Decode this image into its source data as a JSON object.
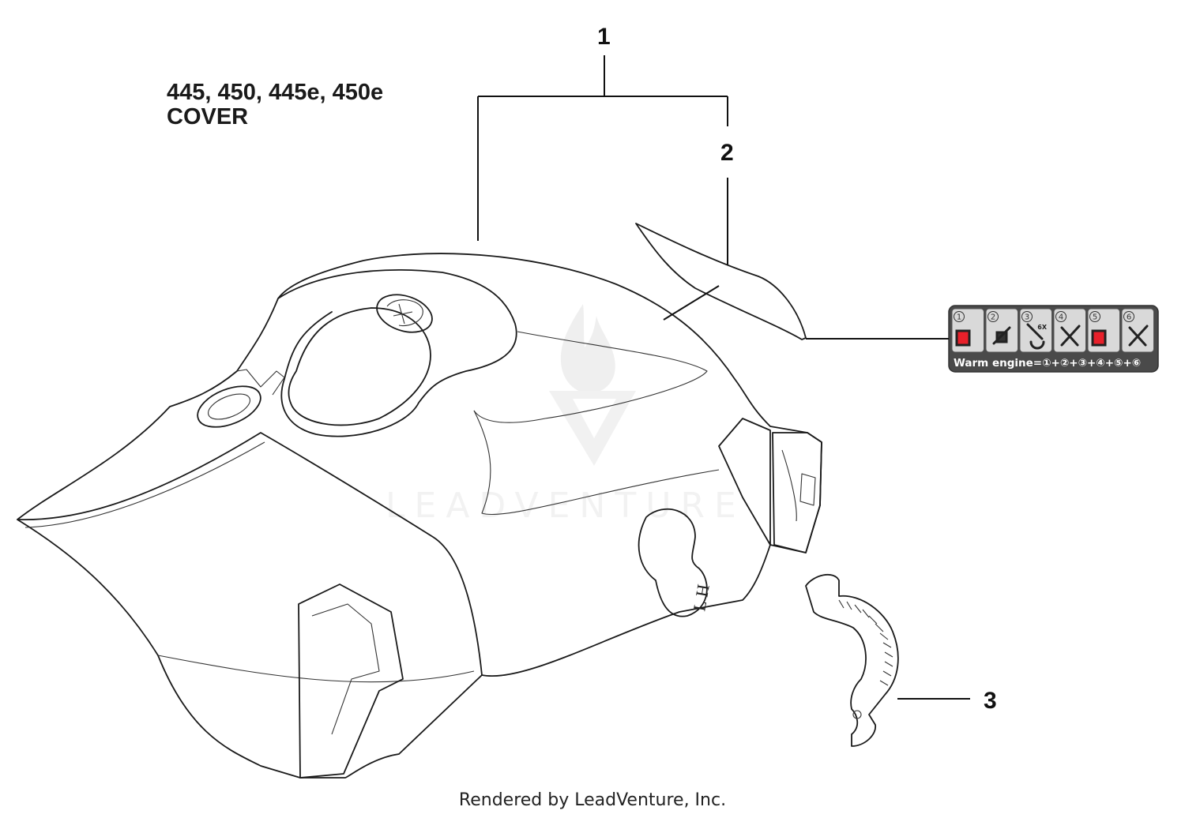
{
  "title": {
    "models": "445, 450, 445e, 450e",
    "name": "COVER"
  },
  "callouts": [
    {
      "id": "1",
      "label": "1"
    },
    {
      "id": "2",
      "label": "2"
    },
    {
      "id": "3",
      "label": "3"
    }
  ],
  "decal": {
    "steps": [
      "1",
      "2",
      "3",
      "4",
      "5",
      "6"
    ],
    "step3_badge": "6X",
    "caption": "Warm engine=①+②+③+④+⑤+⑥",
    "accent_color": "#e8202a",
    "background_color": "#4a4a4a"
  },
  "cover_markings": {
    "side_mark": "L H"
  },
  "watermark": {
    "text": "LEADVENTURE"
  },
  "footer": "Rendered by LeadVenture, Inc."
}
